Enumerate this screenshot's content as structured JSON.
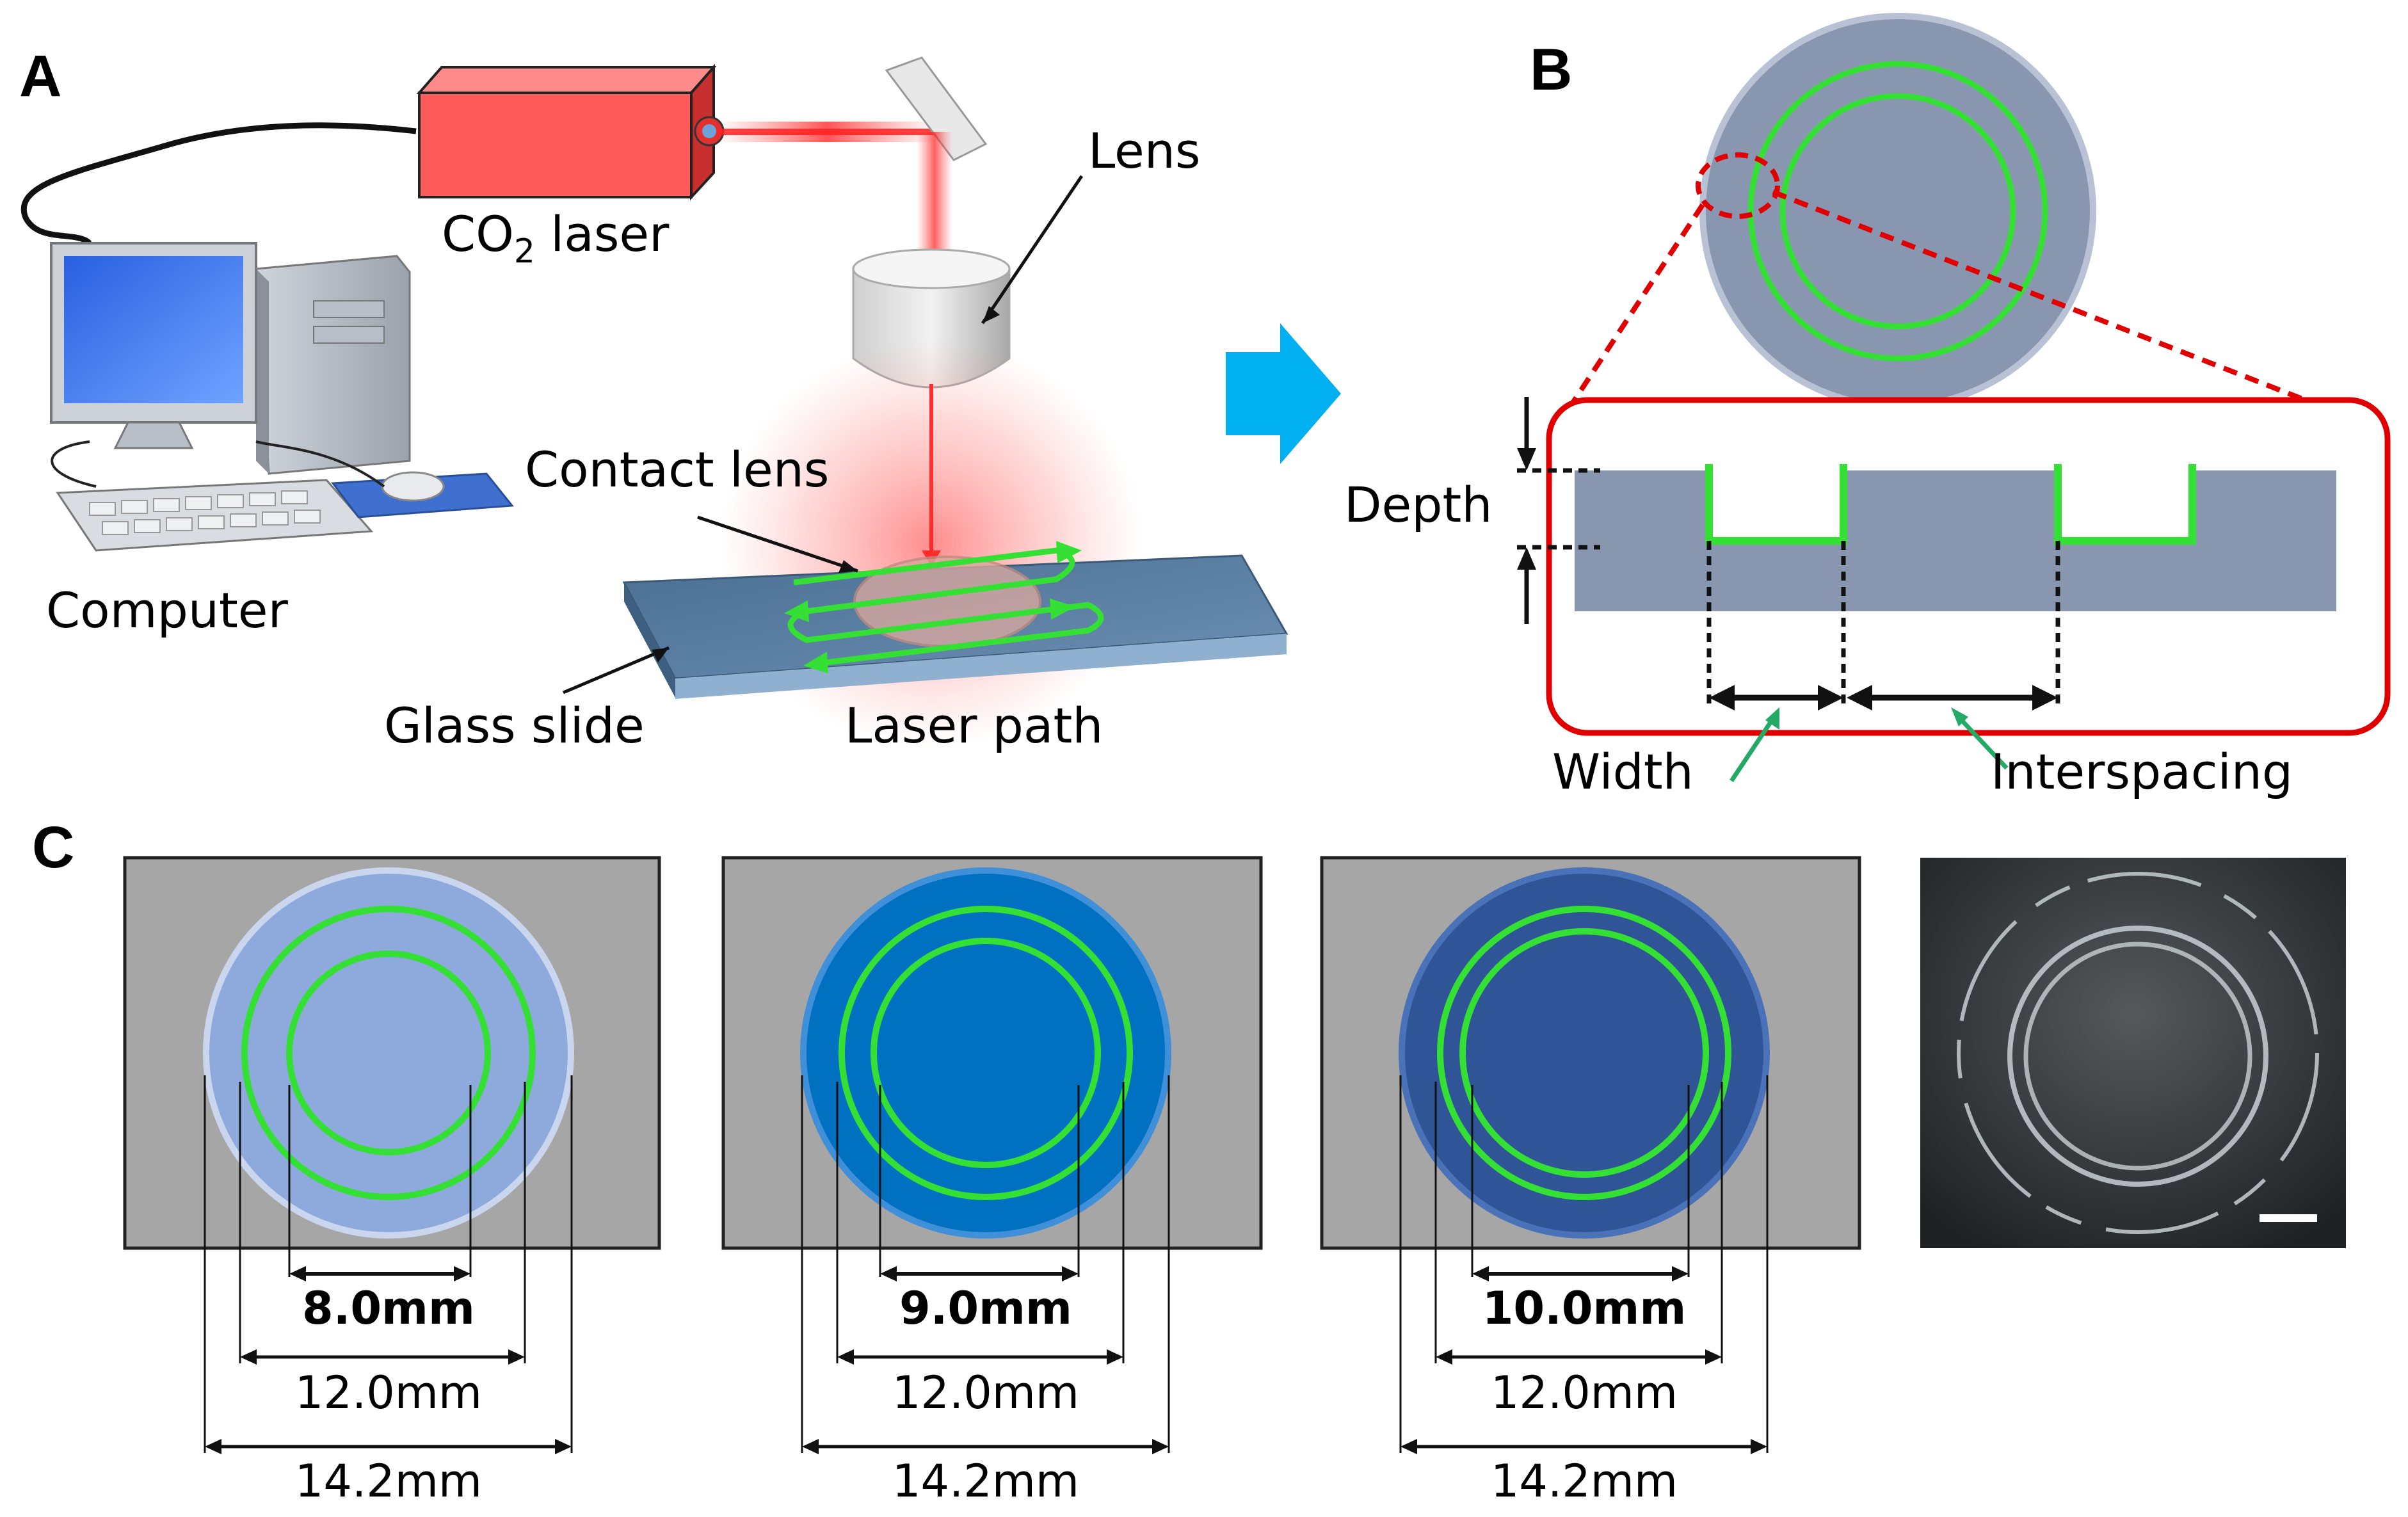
{
  "panels": {
    "a_letter": "A",
    "b_letter": "B",
    "c_letter": "C"
  },
  "panel_a": {
    "laser_prefix": "CO",
    "laser_sub": "2",
    "laser_suffix": " laser",
    "lens_label": "Lens",
    "computer_label": "Computer",
    "contact_lens_label": "Contact lens",
    "glass_slide_label": "Glass slide",
    "laser_path_label": "Laser path"
  },
  "panel_b": {
    "depth_label": "Depth",
    "width_label": "Width",
    "interspacing_label": "Interspacing"
  },
  "panel_c": {
    "designs": [
      {
        "inner": "8.0mm",
        "middle": "12.0mm",
        "outer": "14.2mm",
        "lens_color": "#8ea9dc"
      },
      {
        "inner": "9.0mm",
        "middle": "12.0mm",
        "outer": "14.2mm",
        "lens_color": "#0070c0"
      },
      {
        "inner": "10.0mm",
        "middle": "12.0mm",
        "outer": "14.2mm",
        "lens_color": "#2f5597"
      }
    ]
  },
  "colors": {
    "groove": "#33e033",
    "laser": "#ff4040",
    "arrow": "#00b0f0",
    "zoom_box": "#e00000"
  }
}
